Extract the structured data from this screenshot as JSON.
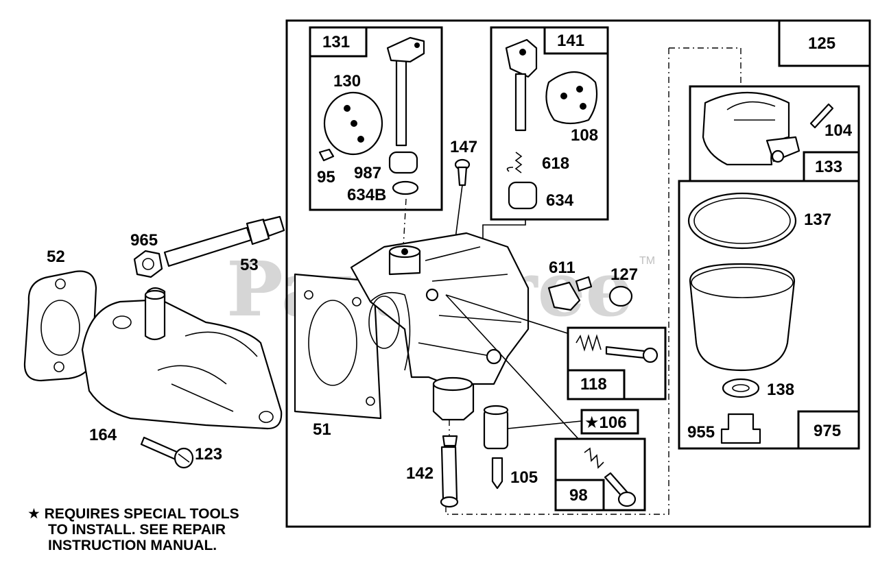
{
  "watermark": {
    "text": "PartsTree",
    "tm": "TM"
  },
  "note": {
    "star": "★",
    "lines": [
      "REQUIRES SPECIAL TOOLS",
      "TO INSTALL.  SEE REPAIR",
      "INSTRUCTION MANUAL."
    ]
  },
  "boxes": {
    "b131": "131",
    "b141": "141",
    "b125": "125",
    "b133": "133",
    "b118": "118",
    "b106": "★106",
    "b98": "98",
    "b975": "975"
  },
  "labels": {
    "l130": "130",
    "l95": "95",
    "l987": "987",
    "l634b": "634B",
    "l147": "147",
    "l108": "108",
    "l618": "618",
    "l634": "634",
    "l104": "104",
    "l137": "137",
    "l138": "138",
    "l955": "955",
    "l965": "965",
    "l52": "52",
    "l53": "53",
    "l164": "164",
    "l123": "123",
    "l51": "51",
    "l611": "611",
    "l127": "127",
    "l142": "142",
    "l105": "105"
  }
}
